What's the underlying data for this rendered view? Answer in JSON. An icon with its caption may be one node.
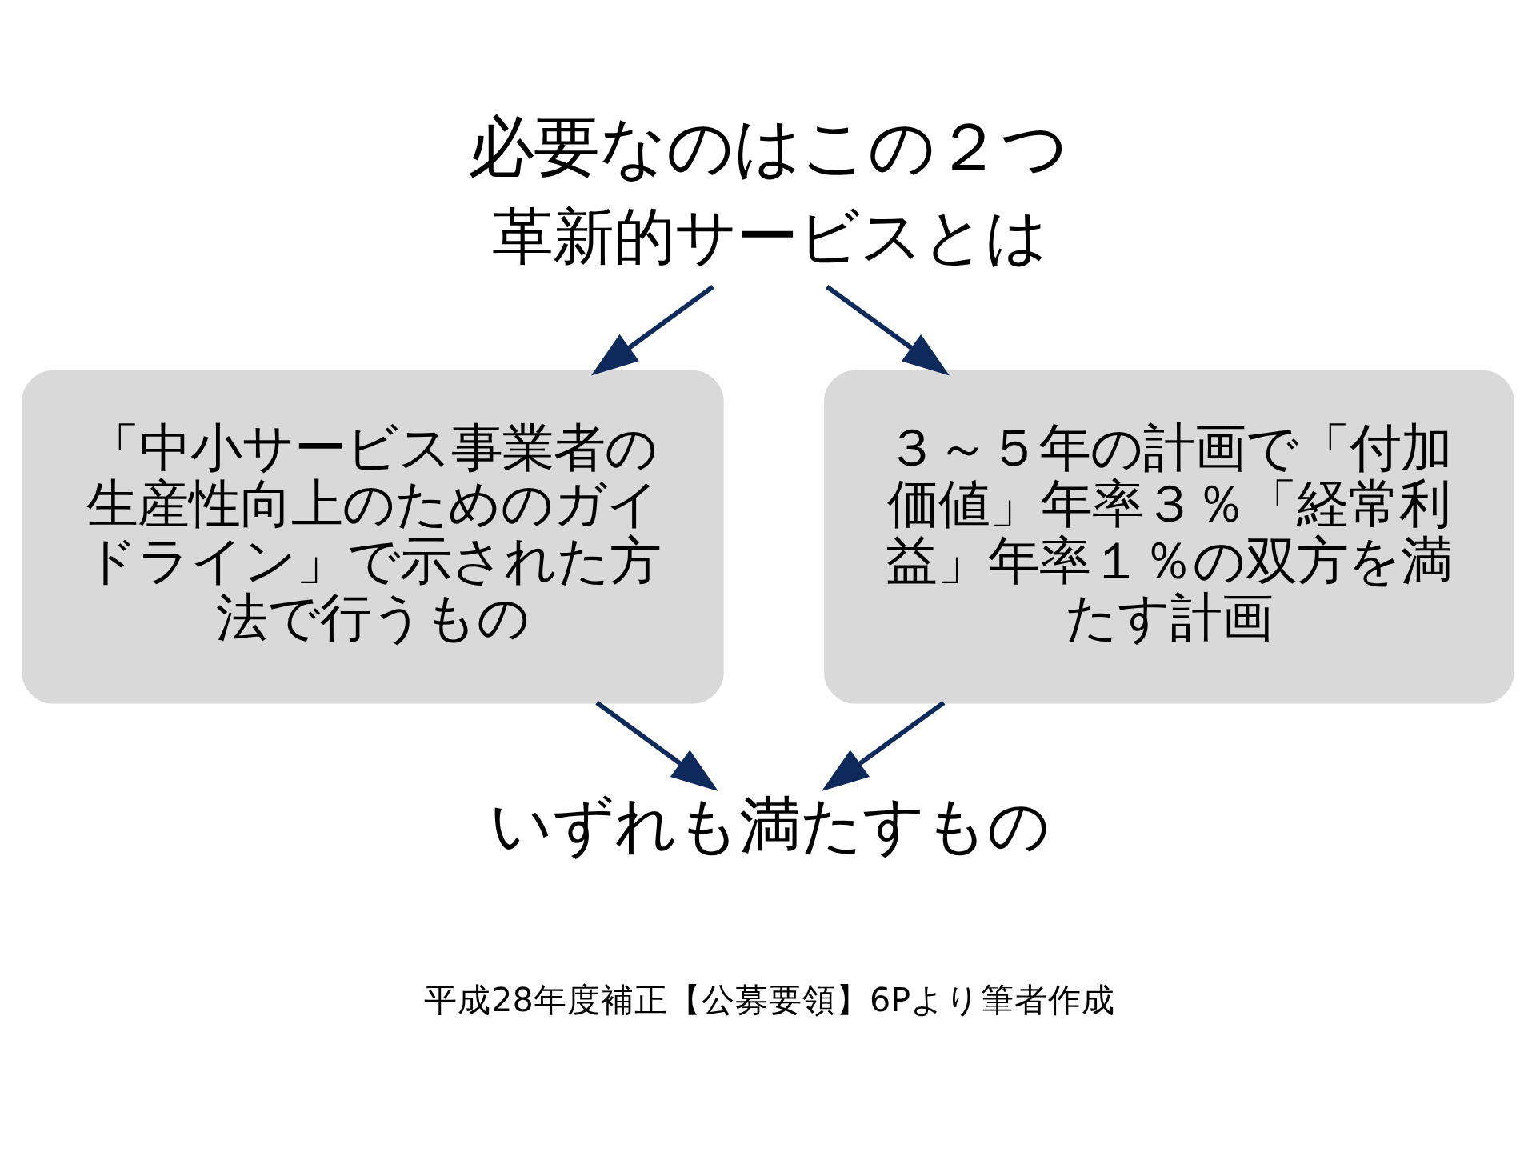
{
  "diagram": {
    "title": "必要なのはこの２つ",
    "caption": "平成28年度補正【公募要領】6Pより筆者作成",
    "nodes": [
      {
        "text": [
          "革新的サービスとは"
        ]
      },
      {
        "text": [
          "「中小サービス事業者の生産性向上のためのガイドライン」で示された方法で行うもの"
        ]
      },
      {
        "text": [
          "３～５年の計画で「付加価値」年率３％「経常利益」年率１％の双方を満たす計画"
        ]
      },
      {
        "text": [
          "いずれも満たすもの"
        ]
      }
    ],
    "edges": [
      {
        "from": 0,
        "to": 1,
        "arrow": "to"
      },
      {
        "from": 0,
        "to": 2,
        "arrow": "to"
      },
      {
        "from": 1,
        "to": 3,
        "arrow": "to"
      },
      {
        "from": 2,
        "to": 3,
        "arrow": "to"
      }
    ]
  }
}
